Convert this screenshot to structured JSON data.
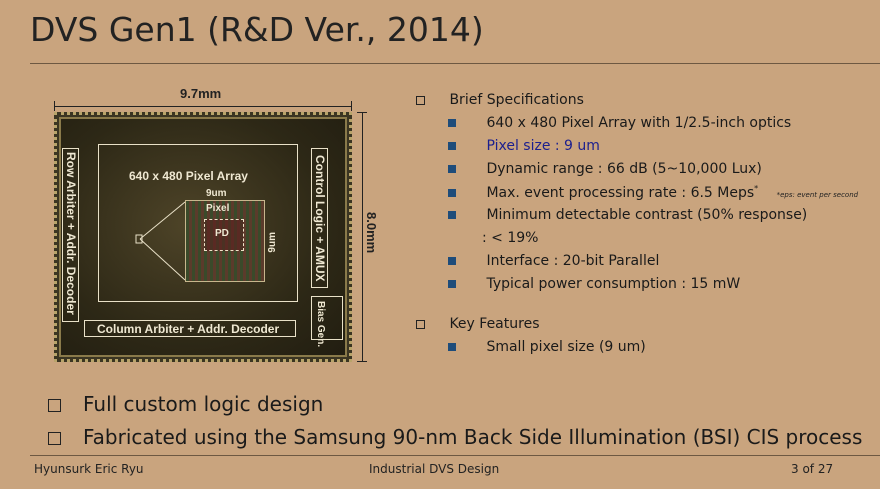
{
  "slide": {
    "title": "DVS Gen1 (R&D Ver., 2014)"
  },
  "figure": {
    "width_label": "9.7mm",
    "height_label": "8.0mm",
    "row_arbiter": "Row Arbiter + Addr. Decoder",
    "pixel_array": "640 x 480 Pixel Array",
    "control_logic": "Control Logic + AMUX",
    "bias_gen": "Bias Gen.",
    "column_arbiter": "Column Arbiter + Addr. Decoder",
    "pixel_width": "9um",
    "pixel_height": "9um",
    "pixel_label": "Pixel",
    "pd_label": "PD"
  },
  "specs": {
    "heading": "Brief Specifications",
    "items": [
      "640 x 480 Pixel Array with 1/2.5-inch optics",
      "Pixel size : 9 um",
      "Dynamic range : 66 dB (5~10,000 Lux)",
      "Max. event processing rate : 6.5 Meps",
      "Minimum detectable contrast (50% response)",
      ": < 19%",
      "Interface : 20-bit Parallel",
      "Typical power consumption : 15 mW"
    ],
    "footnote_mark": "*",
    "footnote": "*eps: event per second"
  },
  "features": {
    "heading": "Key Features",
    "items": [
      "Small pixel size (9 um)"
    ]
  },
  "bullets": [
    "Full custom logic design",
    "Fabricated using the Samsung 90-nm Back Side Illumination (BSI) CIS process"
  ],
  "footer": {
    "author": "Hyunsurk Eric Ryu",
    "center": "Industrial DVS Design",
    "page": "3 of 27"
  },
  "colors": {
    "background": "#c9a47e",
    "highlight": "#1b1f8f",
    "bullet": "#1e4c7a"
  }
}
